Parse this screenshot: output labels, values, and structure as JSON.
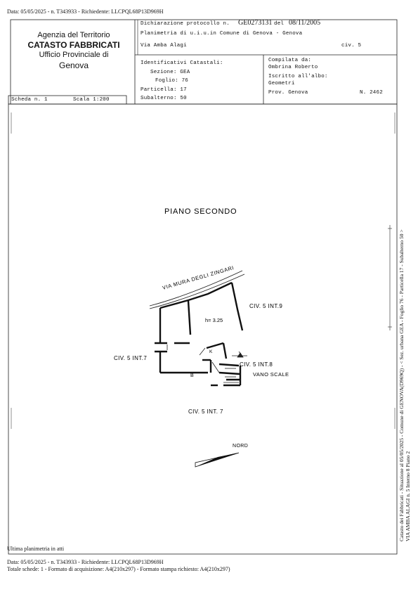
{
  "top_meta": "Data: 05/05/2025 - n. T343933 - Richiedente: LLCPQL68P13D969H",
  "agency": {
    "line1": "Agenzia del Territorio",
    "line2": "CATASTO FABBRICATI",
    "line3": "Ufficio Provinciale di",
    "line4": "Genova"
  },
  "declaration": {
    "label": "Dichiarazione protocollo n.",
    "protocol": "GE0273131",
    "del_label": "del",
    "date": "08/11/2005",
    "planimetria": "Planimetria di u.i.u.in Comune di Genova - Genova",
    "address": "Via Amba Alagi",
    "civ": "civ. 5"
  },
  "identifiers": {
    "title": "Identificativi Catastali:",
    "sezione": "Sezione: GEA",
    "foglio": "Foglio: 76",
    "particella": "Particella: 17",
    "subalterno": "Subalterno: 50"
  },
  "compiler": {
    "title": "Compilata da:",
    "name": "Ombrina Roberto",
    "albo": "Iscritto all'albo:",
    "role": "Geometri",
    "prov": "Prov. Genova",
    "number": "N.  2462"
  },
  "scheda": {
    "scheda": "Scheda n. 1",
    "scala": "Scala 1:200"
  },
  "plan": {
    "floor_title": "PIANO SECONDO",
    "street": "VIA MURA DEGLI ZINGARI",
    "civ9": "CIV. 5 INT.9",
    "height": "h= 3.25",
    "k": "K",
    "civ7_left": "CIV. 5 INT.7",
    "civ8": "CIV. 5 INT.8",
    "b": "B",
    "vano": "VANO SCALE",
    "civ7_bottom": "CIV. 5 INT. 7",
    "nord": "NORD"
  },
  "side_text": {
    "line1": "Catasto dei Fabbricati - Situazione al 05/05/2025 - Comune di GENOVA(D969Q) - < Sez. urbana GEA - Foglio 76 - Particella 17 - Subalterno 50 >",
    "line2": "VIA AMBA ALAGI n. 5  Interno 8 Piano 2"
  },
  "footer": {
    "ultima": "Ultima planimetria in atti",
    "meta": "Data: 05/05/2025 - n. T343933 - Richiedente: LLCPQL68P13D969H",
    "totale": "Totale schede: 1 - Formato di acquisizione: A4(210x297)  - Formato stampa richiesto: A4(210x297)"
  }
}
